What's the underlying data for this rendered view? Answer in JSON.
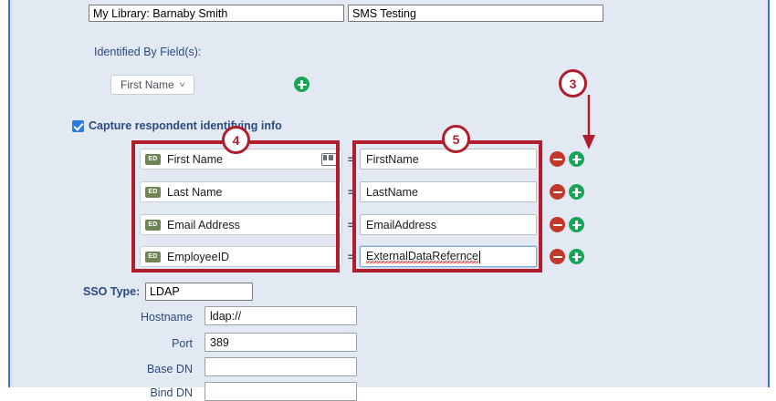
{
  "topbar": {
    "library_select": "My Library: Barnaby Smith",
    "survey_select": "SMS Testing"
  },
  "identified_by": {
    "label": "Identified By Field(s):",
    "field_select": "First Name",
    "add_icon": "plus-circle-icon"
  },
  "capture": {
    "checkbox_label": "Capture respondent identifying info",
    "checked": true
  },
  "mapping": {
    "equals_symbol": "=",
    "rows": [
      {
        "embedded_badge": "ED",
        "left_field": "First Name",
        "right_value": "FirstName",
        "has_card_icon": true,
        "focused": false,
        "misspelled": false
      },
      {
        "embedded_badge": "ED",
        "left_field": "Last Name",
        "right_value": "LastName",
        "has_card_icon": false,
        "focused": false,
        "misspelled": false
      },
      {
        "embedded_badge": "ED",
        "left_field": "Email Address",
        "right_value": "EmailAddress",
        "has_card_icon": false,
        "focused": false,
        "misspelled": false
      },
      {
        "embedded_badge": "ED",
        "left_field": "EmployeeID",
        "right_value": "ExternalDataRefernce",
        "has_card_icon": false,
        "focused": true,
        "misspelled": true
      }
    ]
  },
  "annotations": {
    "marker_3": "3",
    "marker_4": "4",
    "marker_5": "5",
    "accent_color": "#b01e2e"
  },
  "sso": {
    "type_label": "SSO Type:",
    "type_value": "LDAP",
    "fields": [
      {
        "label": "Hostname",
        "value": "ldap://"
      },
      {
        "label": "Port",
        "value": "389"
      },
      {
        "label": "Base DN",
        "value": ""
      },
      {
        "label": "Bind DN",
        "value": ""
      }
    ]
  },
  "colors": {
    "page_background": "#e2e9f3",
    "page_border": "#3c6ce8",
    "label_blue": "#2b4a7d",
    "add_green": "#18a558",
    "remove_red": "#c0392b",
    "badge_olive": "#6f8556"
  }
}
